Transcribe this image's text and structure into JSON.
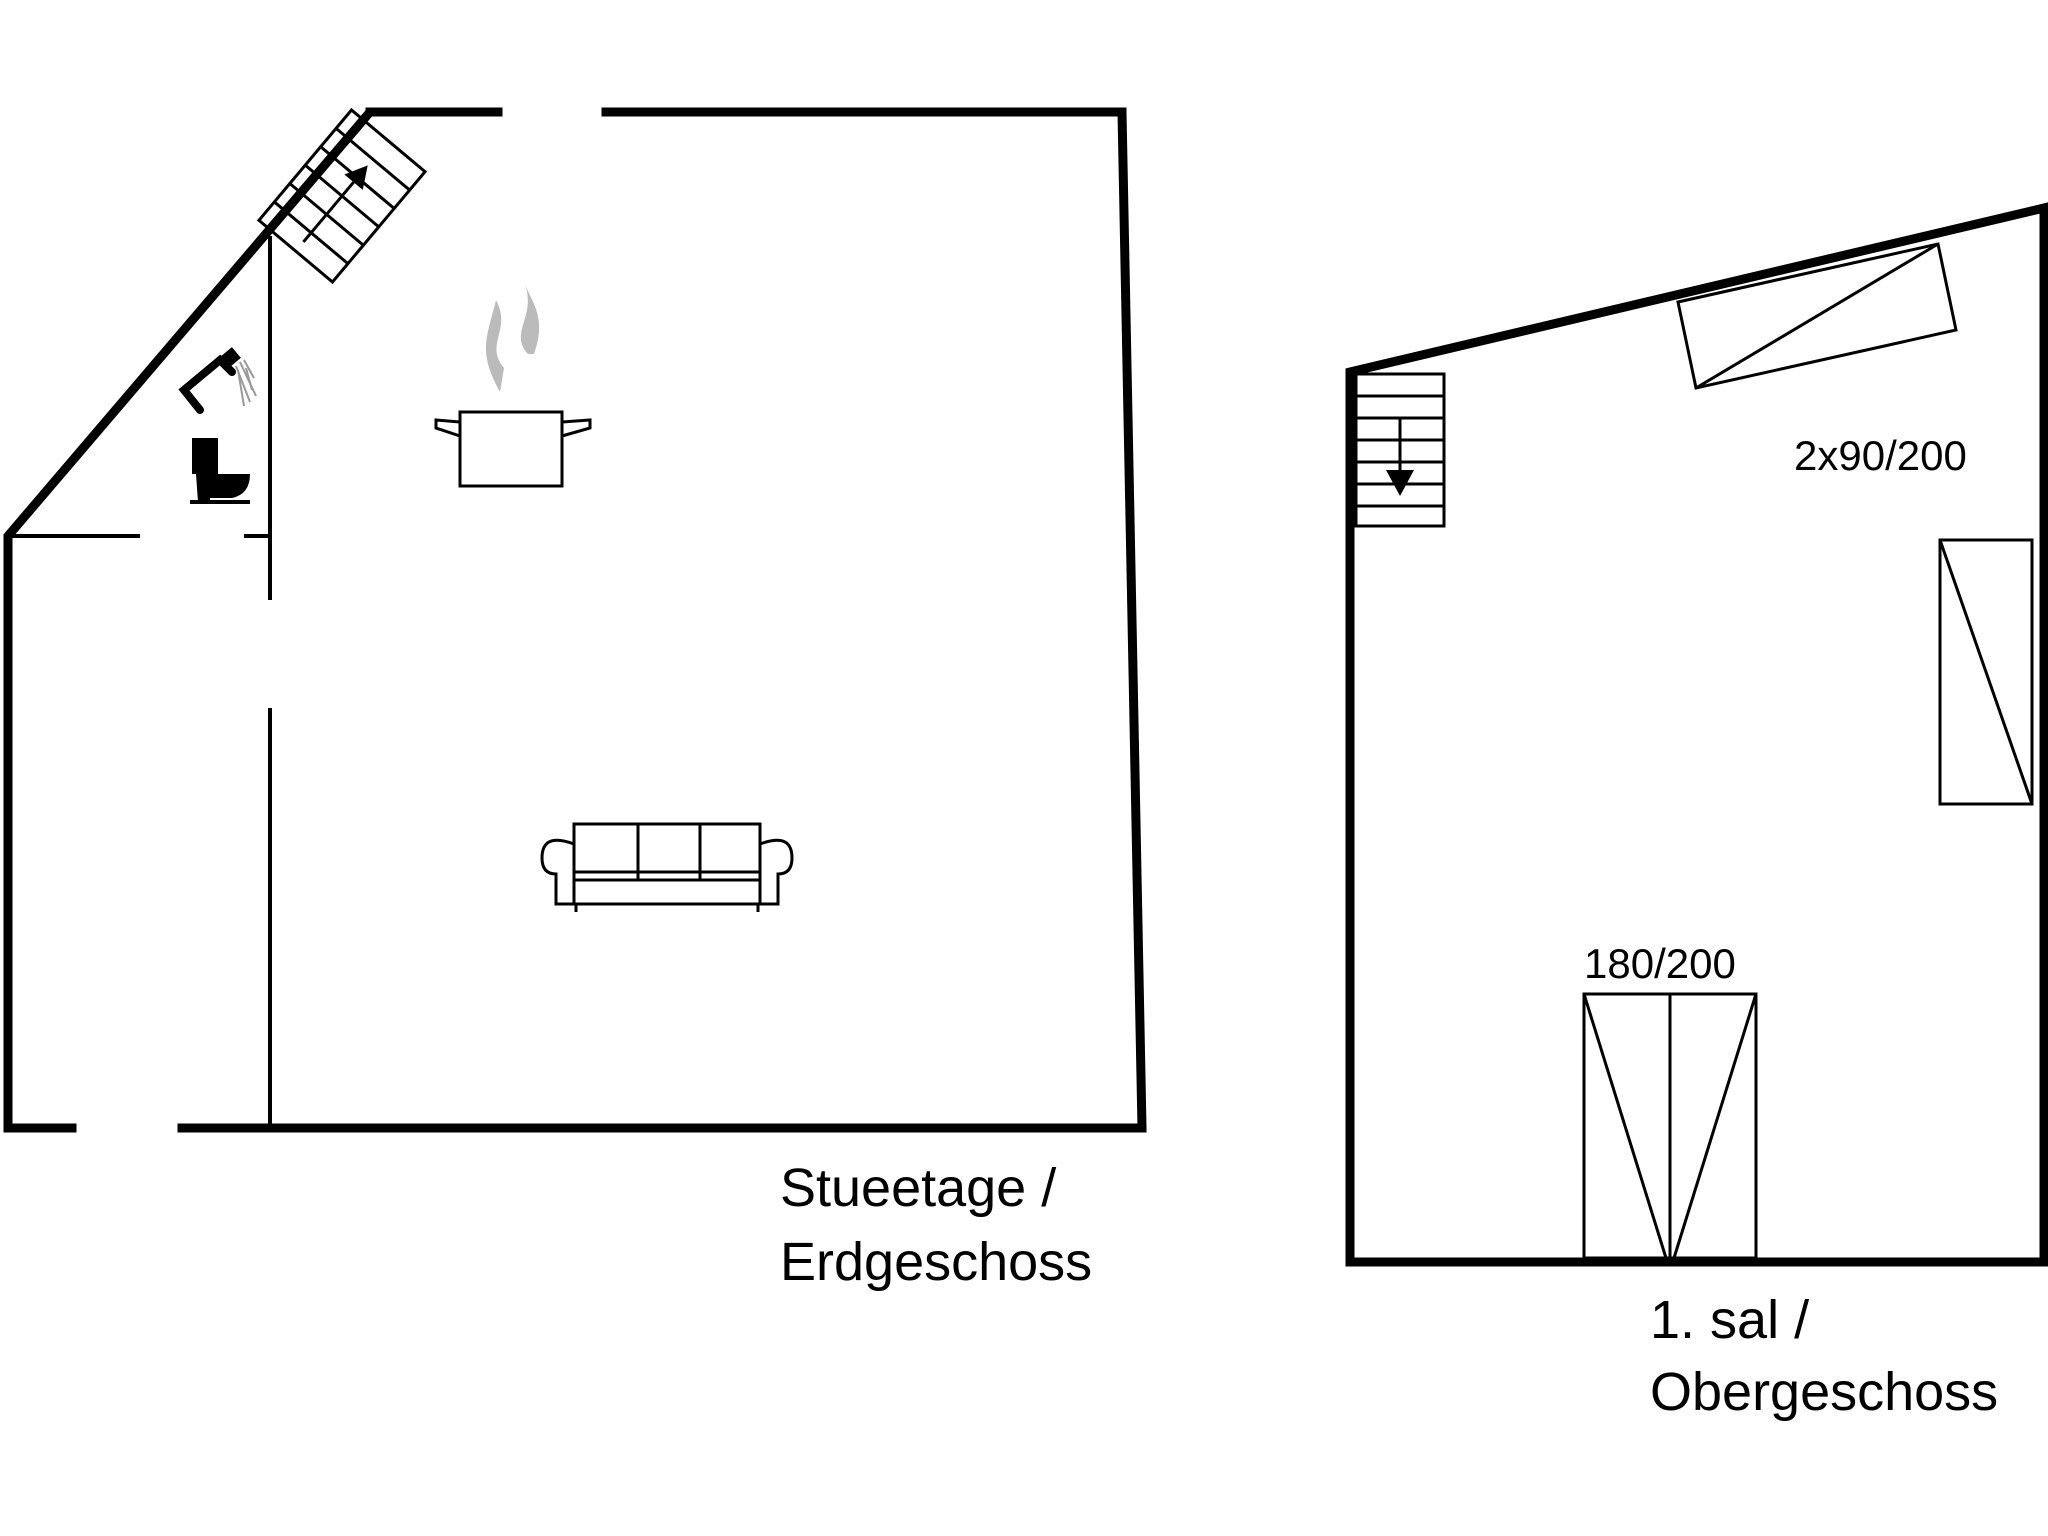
{
  "floors": {
    "ground": {
      "label_line1": "Stueetage /",
      "label_line2": "Erdgeschoss"
    },
    "upper": {
      "label_line1": "1. sal /",
      "label_line2": "Obergeschoss",
      "bed_single_label": "2x90/200",
      "bed_double_label": "180/200"
    }
  },
  "icons": [
    "stairs-up-icon",
    "shower-icon",
    "toilet-icon",
    "cooking-pot-icon",
    "sofa-icon",
    "stairs-down-icon",
    "single-beds-icon",
    "double-bed-icon"
  ]
}
